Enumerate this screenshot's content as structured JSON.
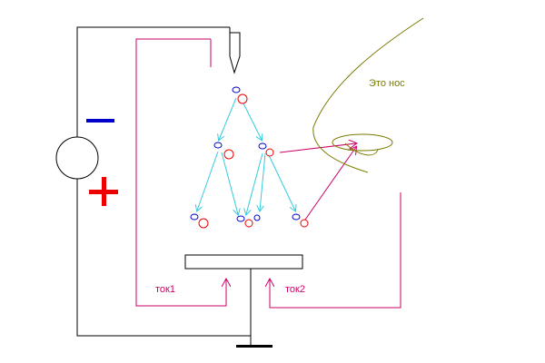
{
  "labels": {
    "nose": "Это нос",
    "current1": "ток1",
    "current2": "ток2"
  },
  "colors": {
    "wire": "#000000",
    "current_path": "#cc0066",
    "electron_arrow": "#33ccdd",
    "nose": "#7a7a00",
    "electron": "#0000cc",
    "ion": "#ee0000",
    "minus_sign": "#0000cc",
    "plus_sign": "#ee0000"
  }
}
